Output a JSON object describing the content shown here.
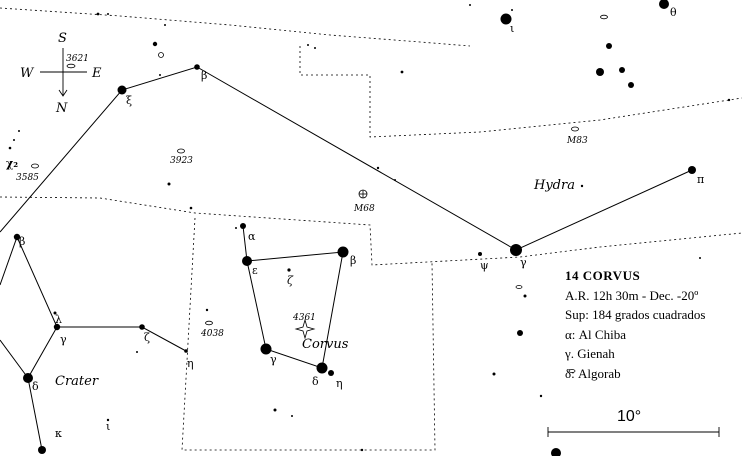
{
  "compass": {
    "north": "N",
    "south": "S",
    "east": "E",
    "west": "W"
  },
  "constellations": {
    "corvus": "Corvus",
    "crater": "Crater",
    "hydra": "Hydra"
  },
  "deep_sky": {
    "ngc3621": "3621",
    "ngc3923": "3923",
    "ngc3585": "3585",
    "ngc4038": "4038",
    "ngc4361": "4361",
    "m68": "M68",
    "m83": "M83"
  },
  "star_labels": {
    "corvus_alpha": "α",
    "corvus_beta": "β",
    "corvus_gamma": "γ",
    "corvus_delta": "δ",
    "corvus_epsilon": "ε",
    "corvus_zeta": "ζ",
    "corvus_eta": "η",
    "hydra_xi": "ξ",
    "hydra_beta": "β",
    "hydra_gamma": "γ",
    "hydra_pi": "π",
    "hydra_psi": "ψ",
    "crater_beta": "β",
    "crater_gamma": "γ",
    "crater_delta": "δ",
    "crater_lambda": "λ",
    "crater_zeta": "ζ",
    "crater_eta": "η",
    "crater_iota": "ι",
    "crater_kappa": "κ",
    "chi2": "χ₂",
    "theta_top": "θ",
    "iota_top": "ι"
  },
  "info_panel": {
    "title": "14  CORVUS",
    "coords": "A.R. 12h 30m - Dec. -20º",
    "area": "Sup: 184 grados cuadrados",
    "alpha": "α: Al Chiba",
    "gamma": "γ. Gienah",
    "delta": "δ: Algorab"
  },
  "scale": {
    "label": "10°"
  }
}
